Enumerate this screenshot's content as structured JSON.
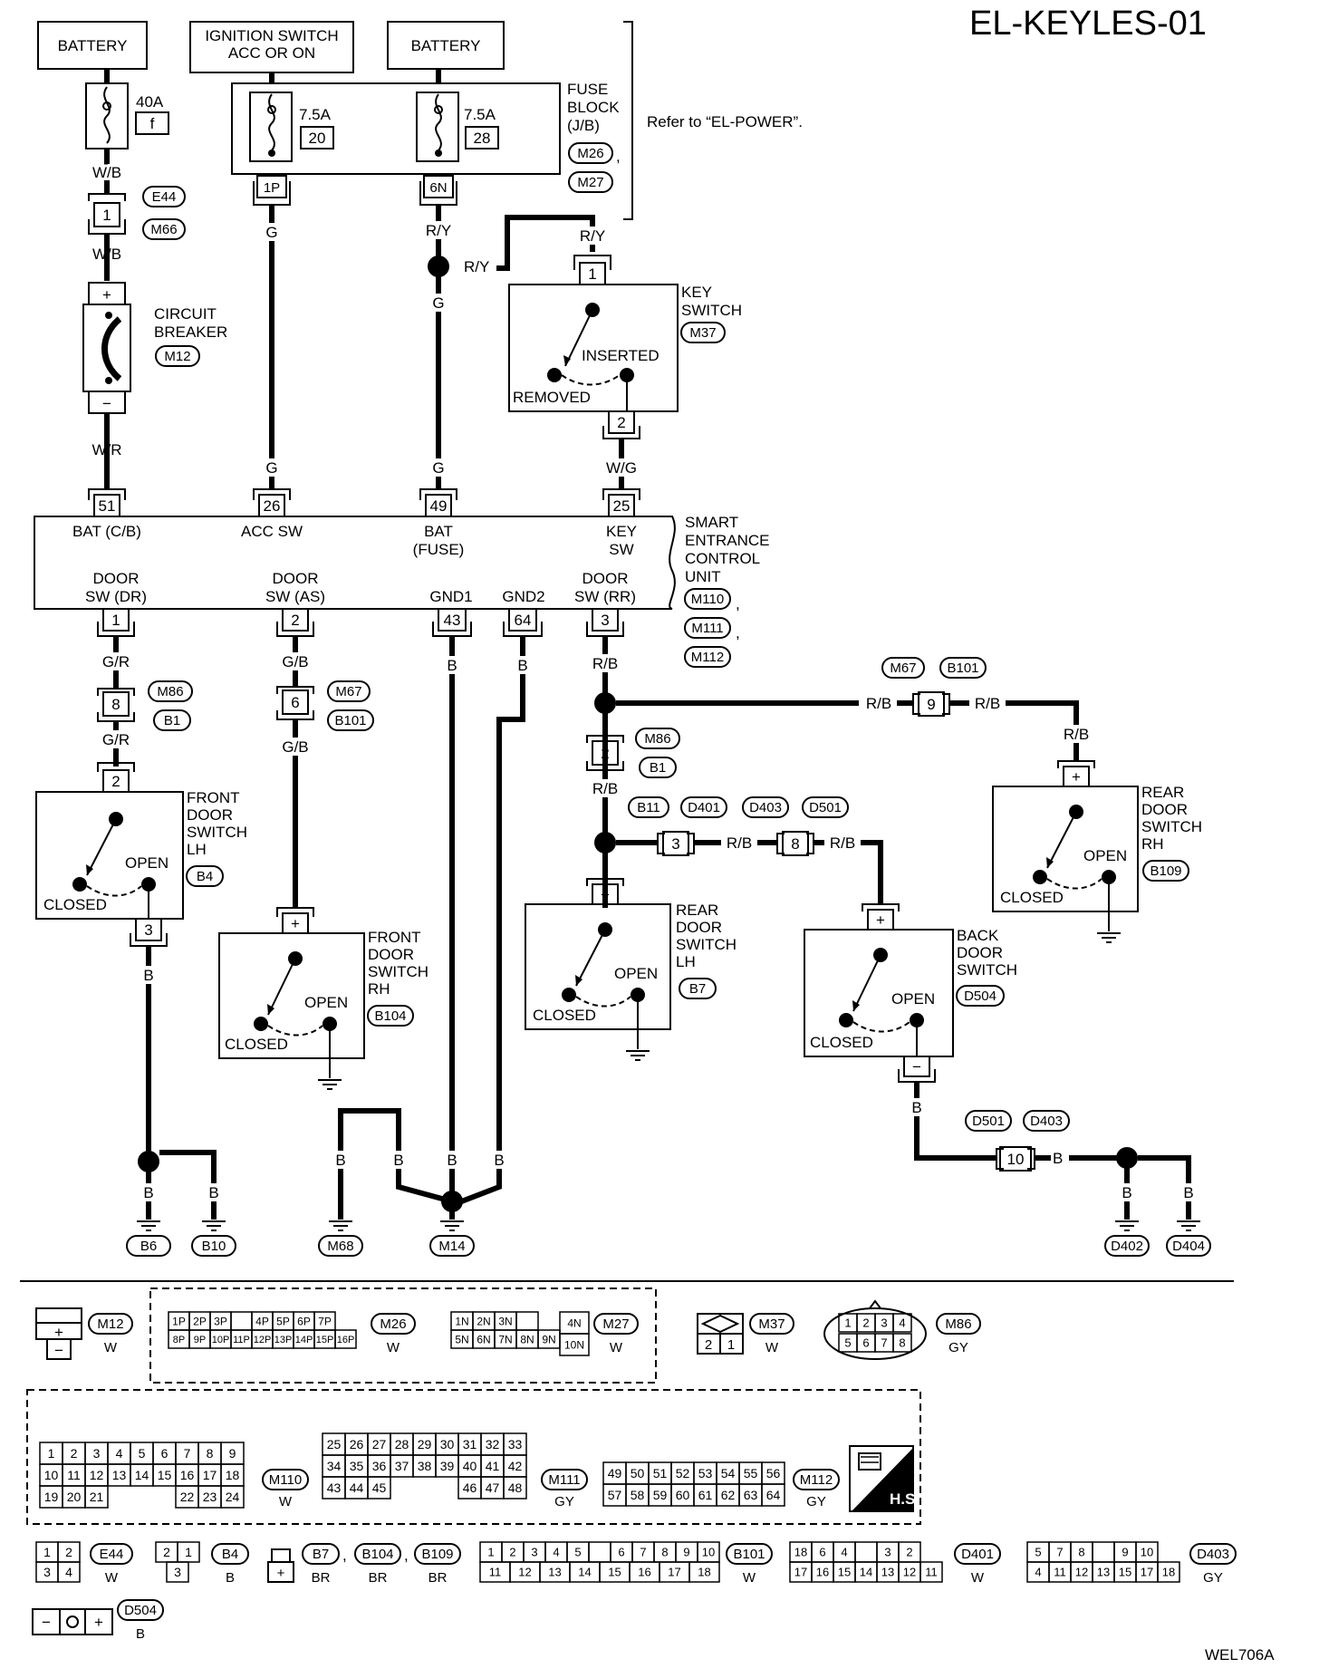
{
  "header": {
    "diagram_id": "EL-KEYLES-01",
    "figure_code": "WEL706A"
  },
  "power": {
    "battery_left": "BATTERY",
    "ignition_line1": "IGNITION SWITCH",
    "ignition_line2": "ACC OR ON",
    "battery_right": "BATTERY",
    "fuse_left_rating": "40A",
    "fuse_left_id": "f",
    "fuse_mid_rating": "7.5A",
    "fuse_mid_id": "20",
    "fuse_right_rating": "7.5A",
    "fuse_right_id": "28",
    "fuse_block": [
      "FUSE",
      "BLOCK",
      "(J/B)"
    ],
    "fuse_block_conn1": "M26",
    "fuse_block_conn2": "M27",
    "refer_note": "Refer to “EL-POWER”.",
    "pin_1p": "1P",
    "pin_6n": "6N"
  },
  "wires": {
    "wb": "W/B",
    "wr": "W/R",
    "g": "G",
    "ry": "R/Y",
    "wg": "W/G",
    "gr": "G/R",
    "gb": "G/B",
    "b": "B",
    "rb": "R/B"
  },
  "connectors": {
    "e44": "E44",
    "m66": "M66",
    "m12": "M12",
    "m37": "M37",
    "m86": "M86",
    "b1": "B1",
    "m67": "M67",
    "b101": "B101",
    "b11": "B11",
    "d401": "D401",
    "d403": "D403",
    "d501": "D501",
    "b4": "B4",
    "b104": "B104",
    "b7": "B7",
    "d504": "D504",
    "b109": "B109",
    "m110": "M110",
    "m111": "M111",
    "m112": "M112"
  },
  "pins": {
    "p1": "1",
    "p2": "2",
    "p3": "3",
    "p6": "6",
    "p8": "8",
    "p9": "9",
    "p10": "10",
    "p25": "25",
    "p26": "26",
    "p43": "43",
    "p49": "49",
    "p51": "51",
    "p64": "64"
  },
  "breaker": {
    "line1": "CIRCUIT",
    "line2": "BREAKER",
    "plus": "+",
    "minus": "−"
  },
  "key_switch": {
    "line1": "KEY",
    "line2": "SWITCH",
    "inserted": "INSERTED",
    "removed": "REMOVED"
  },
  "control_unit": {
    "bat_cb": "BAT (C/B)",
    "acc_sw": "ACC SW",
    "bat_fuse_1": "BAT",
    "bat_fuse_2": "(FUSE)",
    "key_sw_1": "KEY",
    "key_sw_2": "SW",
    "door_dr_1": "DOOR",
    "door_dr_2": "SW (DR)",
    "door_as_1": "DOOR",
    "door_as_2": "SW  (AS)",
    "gnd1": "GND1",
    "gnd2": "GND2",
    "door_rr_1": "DOOR",
    "door_rr_2": "SW (RR)",
    "name": [
      "SMART",
      "ENTRANCE",
      "CONTROL",
      "UNIT"
    ]
  },
  "switches": {
    "front_lh": [
      "FRONT",
      "DOOR",
      "SWITCH",
      "LH"
    ],
    "front_rh": [
      "FRONT",
      "DOOR",
      "SWITCH",
      "RH"
    ],
    "rear_lh": [
      "REAR",
      "DOOR",
      "SWITCH",
      "LH"
    ],
    "back_door": [
      "BACK",
      "DOOR",
      "SWITCH"
    ],
    "rear_rh": [
      "REAR",
      "DOOR",
      "SWITCH",
      "RH"
    ],
    "open": "OPEN",
    "closed": "CLOSED",
    "plus": "+",
    "minus": "−"
  },
  "grounds": {
    "b6": "B6",
    "b10": "B10",
    "m68": "M68",
    "m14": "M14",
    "d402": "D402",
    "d404": "D404"
  },
  "legend": {
    "c_m12": "M12",
    "col_w": "W",
    "col_gy": "GY",
    "col_b": "B",
    "col_br": "BR",
    "c_m26": "M26",
    "c_m27": "M27",
    "c_m37": "M37",
    "c_m86": "M86",
    "c_m110": "M110",
    "c_m111": "M111",
    "c_m112": "M112",
    "c_e44": "E44",
    "c_b4": "B4",
    "c_b7": "B7",
    "c_b104": "B104",
    "c_b109": "B109",
    "c_b101": "B101",
    "c_d401": "D401",
    "c_d403": "D403",
    "c_d504": "D504",
    "hs": "H.S.",
    "m26_row1": [
      "1P",
      "2P",
      "3P",
      "",
      "4P",
      "5P",
      "6P",
      "7P"
    ],
    "m26_row2": [
      "8P",
      "9P",
      "10P",
      "11P",
      "12P",
      "13P",
      "14P",
      "15P",
      "16P"
    ],
    "m27_row1": [
      "1N",
      "2N",
      "3N",
      ""
    ],
    "m27_row2": [
      "5N",
      "6N",
      "7N",
      "8N",
      "9N"
    ],
    "m27_side": [
      "4N",
      "10N"
    ],
    "m37_pins": [
      "2",
      "1"
    ],
    "m86_row1": [
      "1",
      "2",
      "3",
      "4"
    ],
    "m86_row2": [
      "5",
      "6",
      "7",
      "8"
    ],
    "m110_row1": [
      "1",
      "2",
      "3",
      "4",
      "5",
      "6",
      "7",
      "8",
      "9"
    ],
    "m110_row2": [
      "10",
      "11",
      "12",
      "13",
      "14",
      "15",
      "16",
      "17",
      "18"
    ],
    "m110_row3a": [
      "19",
      "20",
      "21"
    ],
    "m110_row3b": [
      "22",
      "23",
      "24"
    ],
    "m111_row1": [
      "25",
      "26",
      "27",
      "28",
      "29",
      "30",
      "31",
      "32",
      "33"
    ],
    "m111_row2": [
      "34",
      "35",
      "36",
      "37",
      "38",
      "39",
      "40",
      "41",
      "42"
    ],
    "m111_row3a": [
      "43",
      "44",
      "45"
    ],
    "m111_row3b": [
      "46",
      "47",
      "48"
    ],
    "m112_row1": [
      "49",
      "50",
      "51",
      "52",
      "53",
      "54",
      "55",
      "56"
    ],
    "m112_row2": [
      "57",
      "58",
      "59",
      "60",
      "61",
      "62",
      "63",
      "64"
    ],
    "e44_pins": [
      "1",
      "2",
      "3",
      "4"
    ],
    "b4_pins": [
      "2",
      "1",
      "3"
    ],
    "b7_pin": "+",
    "b101_row1": [
      "1",
      "2",
      "3",
      "4",
      "5",
      "",
      "6",
      "7",
      "8",
      "9",
      "10"
    ],
    "b101_row2": [
      "11",
      "12",
      "13",
      "14",
      "15",
      "16",
      "17",
      "18"
    ],
    "d401_row1": [
      "18",
      "6",
      "4",
      "",
      "3",
      "2"
    ],
    "d401_row2": [
      "17",
      "16",
      "15",
      "14",
      "13",
      "12",
      "11"
    ],
    "d403_row1": [
      "5",
      "7",
      "8",
      "",
      "9",
      "10"
    ],
    "d403_row2": [
      "4",
      "11",
      "12",
      "13",
      "15",
      "17",
      "18"
    ],
    "d504_pins": [
      "−",
      "+"
    ]
  }
}
